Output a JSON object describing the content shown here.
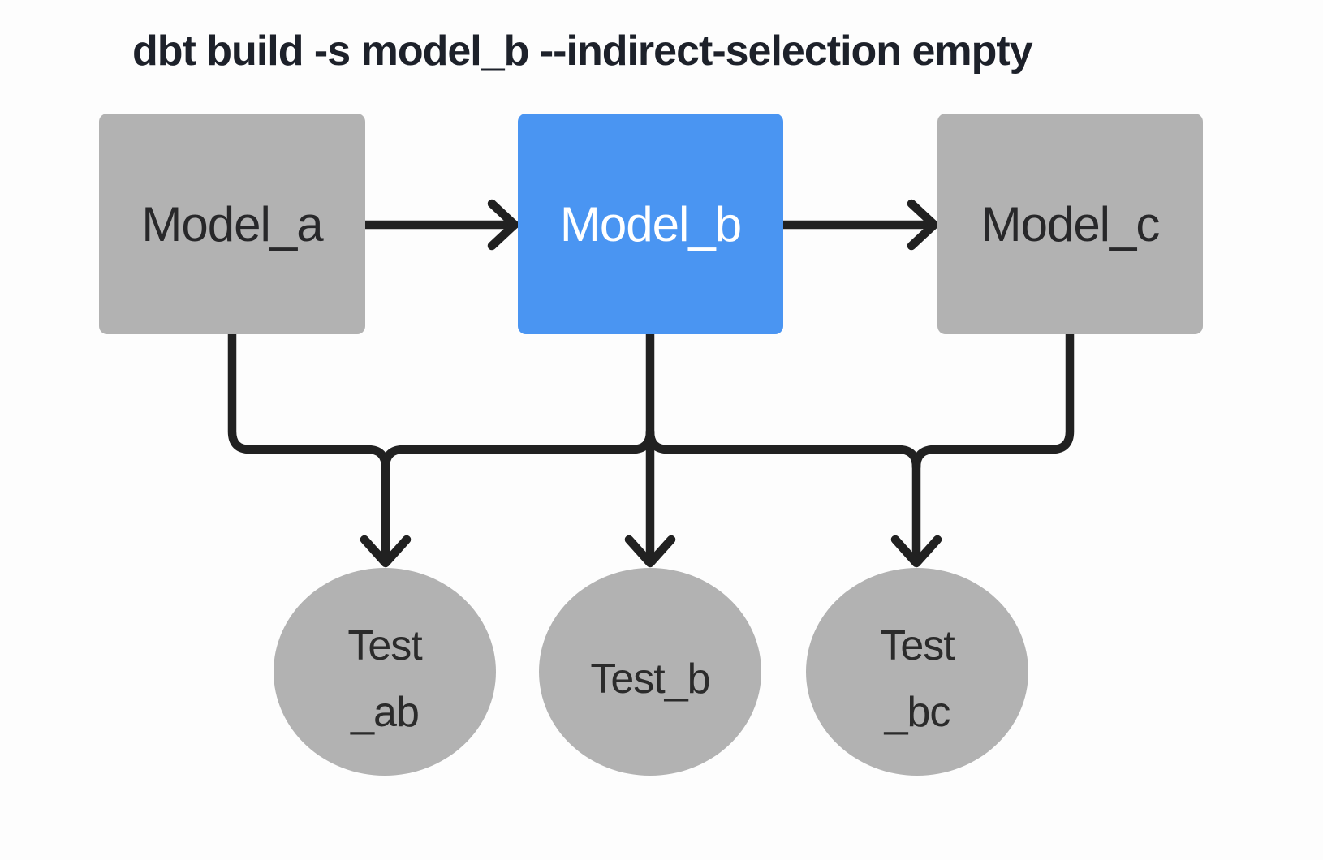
{
  "title": "dbt build -s model_b --indirect-selection empty",
  "colors": {
    "selected_node": "#4a95f2",
    "default_node": "#b2b2b2",
    "edge": "#212121",
    "selected_label": "#ffffff",
    "default_label": "#28282a",
    "background": "#fdfdfd"
  },
  "diagram": {
    "models": [
      {
        "id": "model_a",
        "label": "Model_a",
        "state": "unselected"
      },
      {
        "id": "model_b",
        "label": "Model_b",
        "state": "selected"
      },
      {
        "id": "model_c",
        "label": "Model_c",
        "state": "unselected"
      }
    ],
    "tests": [
      {
        "id": "test_ab",
        "line1": "Test",
        "line2": "_ab",
        "state": "unselected"
      },
      {
        "id": "test_b",
        "line1": "Test_b",
        "line2": "",
        "state": "unselected"
      },
      {
        "id": "test_bc",
        "line1": "Test",
        "line2": "_bc",
        "state": "unselected"
      }
    ],
    "edges": [
      {
        "from": "model_a",
        "to": "model_b"
      },
      {
        "from": "model_b",
        "to": "model_c"
      },
      {
        "from": "model_a",
        "to": "test_ab"
      },
      {
        "from": "model_b",
        "to": "test_ab"
      },
      {
        "from": "model_b",
        "to": "test_b"
      },
      {
        "from": "model_b",
        "to": "test_bc"
      },
      {
        "from": "model_c",
        "to": "test_bc"
      }
    ]
  }
}
